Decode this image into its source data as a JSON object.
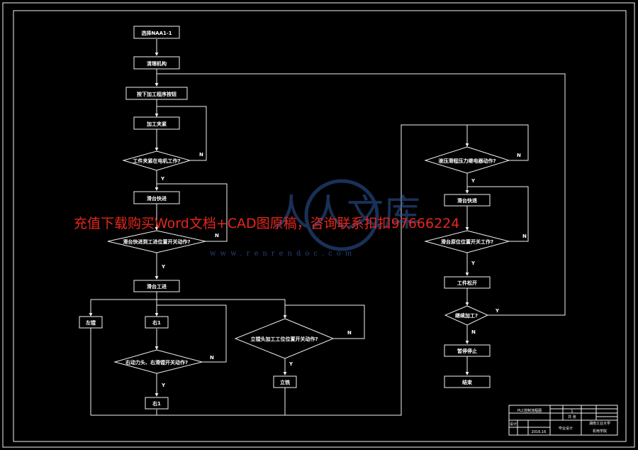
{
  "colors": {
    "background": "#000000",
    "lines": "#f2f2f2",
    "watermark_promo": "#e8261d",
    "watermark_logo": "#2e5aa0"
  },
  "flow": {
    "n1": "选择NAA1-1",
    "n2": "清理机构",
    "n3": "按下加工程序按钮",
    "n4": "加工夹紧",
    "d1": "工件夹紧在电机工作?",
    "n5": "滑台快进",
    "d2": "滑台快进到工进位置开关动作?",
    "n6": "滑台工进",
    "n7": "左镗",
    "n8": "右1",
    "d3": "右动力头、右滑镗开关动作?",
    "n9": "右1",
    "d4": "立镗头加工工位位置开关动作?",
    "n10": "立铣",
    "d5": "液压滑程压力继电器动作?",
    "n11": "滑台快退",
    "d6": "滑台原位位置开关工作?",
    "n12": "工件松开",
    "d7": "继续加工?",
    "n13": "暂停停止",
    "n14": "结束",
    "yes": "Y",
    "no": "N"
  },
  "title_block": {
    "drawing_name": "PLC控制流程图",
    "sheet_label": "共 张",
    "qty": "1",
    "design": "设计",
    "date": "2016.16",
    "project": "毕业设计",
    "school": "湖南工业大学",
    "major": "机电学院"
  },
  "watermark": {
    "promo": "充值下载购买Word文档+CAD图原稿，咨询联系扣扣97666224",
    "url": "www.renrendoc.com",
    "logo": "人人文库"
  }
}
